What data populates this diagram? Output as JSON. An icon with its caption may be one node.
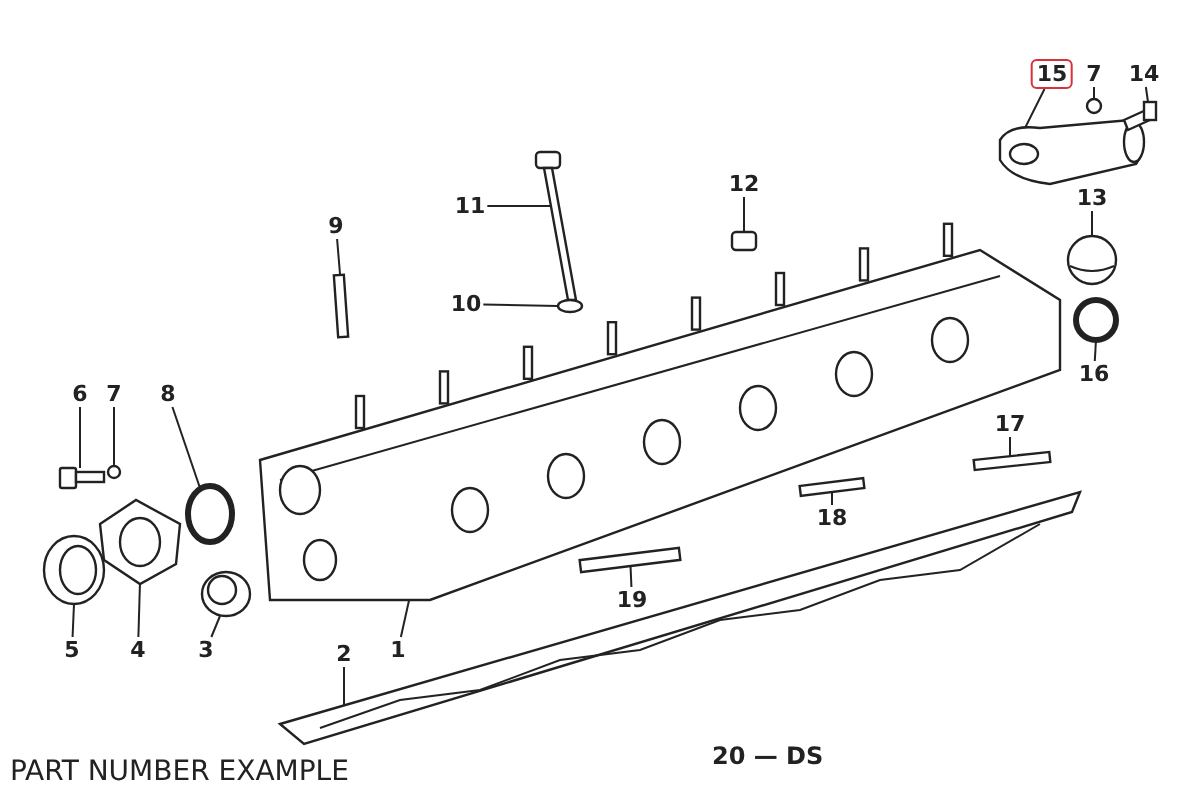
{
  "diagram": {
    "nodes": [
      {
        "text": [
          "15"
        ]
      },
      {
        "text": [
          "7"
        ]
      },
      {
        "text": [
          "14"
        ]
      },
      {
        "text": [
          "12"
        ]
      },
      {
        "text": [
          "11"
        ]
      },
      {
        "text": [
          "13"
        ]
      },
      {
        "text": [
          "9"
        ]
      },
      {
        "text": [
          "10"
        ]
      },
      {
        "text": [
          "16"
        ]
      },
      {
        "text": [
          "6"
        ]
      },
      {
        "text": [
          "7"
        ]
      },
      {
        "text": [
          "8"
        ]
      },
      {
        "text": [
          "17"
        ]
      },
      {
        "text": [
          "18"
        ]
      },
      {
        "text": [
          "19"
        ]
      },
      {
        "text": [
          "5"
        ]
      },
      {
        "text": [
          "4"
        ]
      },
      {
        "text": [
          "3"
        ]
      },
      {
        "text": [
          "2"
        ]
      },
      {
        "text": [
          "1"
        ]
      },
      {
        "text": [],
        "shape": "picture"
      },
      {
        "text": [],
        "shape": "circle"
      },
      {
        "text": [],
        "shape": "picture"
      },
      {
        "text": [],
        "shape": "box"
      },
      {
        "text": [],
        "shape": "picture"
      },
      {
        "text": [],
        "shape": "picture"
      },
      {
        "text": [],
        "shape": "bar"
      },
      {
        "text": [],
        "shape": "circle"
      },
      {
        "text": [],
        "shape": "circle"
      },
      {
        "text": [],
        "shape": "picture"
      },
      {
        "text": [],
        "shape": "circle"
      },
      {
        "text": [],
        "shape": "circle"
      },
      {
        "text": [],
        "shape": "bar"
      },
      {
        "text": [],
        "shape": "bar"
      },
      {
        "text": [],
        "shape": "bar"
      },
      {
        "text": [],
        "shape": "picture"
      },
      {
        "text": [],
        "shape": "picture"
      },
      {
        "text": [],
        "shape": "picture"
      },
      {
        "text": [],
        "shape": "picture"
      },
      {
        "text": [],
        "shape": "picture"
      }
    ],
    "edges": [
      {
        "from": 0,
        "to": 20,
        "arrow": "none"
      },
      {
        "from": 1,
        "to": 21,
        "arrow": "none"
      },
      {
        "from": 2,
        "to": 22,
        "arrow": "none"
      },
      {
        "from": 3,
        "to": 23,
        "arrow": "none"
      },
      {
        "from": 4,
        "to": 24,
        "arrow": "none"
      },
      {
        "from": 5,
        "to": 25,
        "arrow": "none"
      },
      {
        "from": 6,
        "to": 26,
        "arrow": "none"
      },
      {
        "from": 7,
        "to": 27,
        "arrow": "none"
      },
      {
        "from": 8,
        "to": 28,
        "arrow": "none"
      },
      {
        "from": 9,
        "to": 29,
        "arrow": "none"
      },
      {
        "from": 10,
        "to": 30,
        "arrow": "none"
      },
      {
        "from": 11,
        "to": 31,
        "arrow": "none"
      },
      {
        "from": 12,
        "to": 32,
        "arrow": "none"
      },
      {
        "from": 13,
        "to": 33,
        "arrow": "none"
      },
      {
        "from": 14,
        "to": 34,
        "arrow": "none"
      },
      {
        "from": 15,
        "to": 35,
        "arrow": "none"
      },
      {
        "from": 16,
        "to": 36,
        "arrow": "none"
      },
      {
        "from": 17,
        "to": 37,
        "arrow": "none"
      },
      {
        "from": 18,
        "to": 38,
        "arrow": "none"
      },
      {
        "from": 19,
        "to": 39,
        "arrow": "none"
      }
    ],
    "labels": [
      "20 — DS",
      "PART NUMBER EXAMPLE"
    ]
  }
}
